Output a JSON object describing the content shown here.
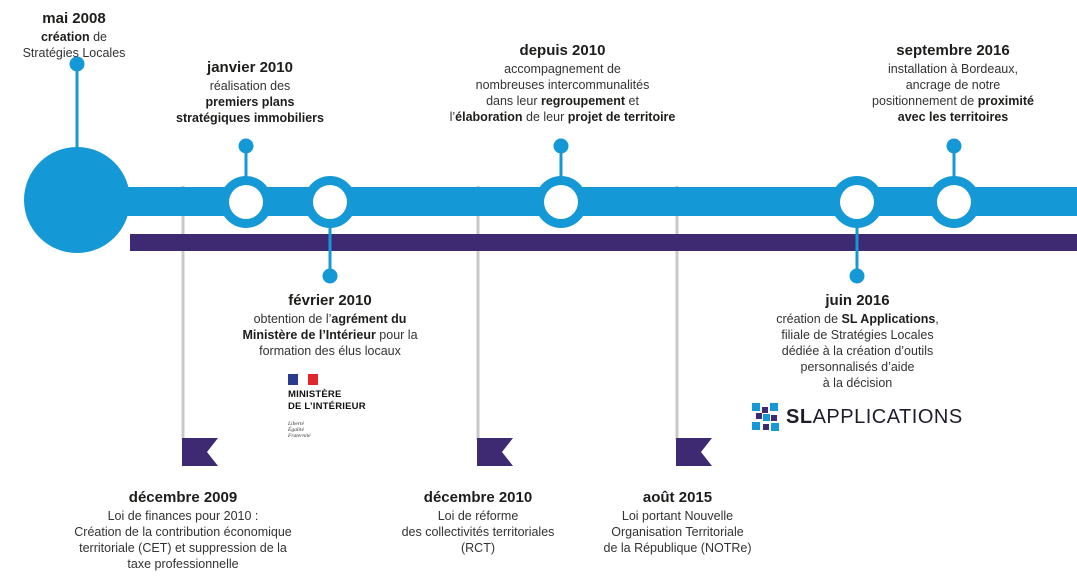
{
  "colors": {
    "blue": "#1499d6",
    "purple": "#3d2a73",
    "grey": "#c8c8c8",
    "text": "#333333",
    "heading": "#1d1d1b"
  },
  "events": [
    {
      "id": "mai-2008",
      "date": "mai 2008",
      "parts": [
        [
          "création",
          true
        ],
        [
          " de",
          false
        ],
        [
          "\n",
          false
        ],
        [
          "Stratégies Locales",
          false
        ]
      ]
    },
    {
      "id": "janvier-2010",
      "date": "janvier 2010",
      "parts": [
        [
          "réalisation des",
          false
        ],
        [
          "\n",
          false
        ],
        [
          "premiers plans",
          true
        ],
        [
          "\n",
          false
        ],
        [
          "stratégiques immobiliers",
          true
        ]
      ]
    },
    {
      "id": "fevrier-2010",
      "date": "février 2010",
      "parts": [
        [
          "obtention de l’",
          false
        ],
        [
          "agrément du",
          true
        ],
        [
          "\n",
          false
        ],
        [
          "Ministère de l’Intérieur",
          true
        ],
        [
          " pour la",
          false
        ],
        [
          "\n",
          false
        ],
        [
          "formation des élus locaux",
          false
        ]
      ]
    },
    {
      "id": "depuis-2010",
      "date": "depuis 2010",
      "parts": [
        [
          "accompagnement de",
          false
        ],
        [
          "\n",
          false
        ],
        [
          "nombreuses intercommunalités",
          false
        ],
        [
          "\n",
          false
        ],
        [
          "dans leur ",
          false
        ],
        [
          "regroupement",
          true
        ],
        [
          " et",
          false
        ],
        [
          "\n",
          false
        ],
        [
          "l’",
          false
        ],
        [
          "élaboration",
          true
        ],
        [
          " de leur ",
          false
        ],
        [
          "projet de territoire",
          true
        ]
      ]
    },
    {
      "id": "septembre-2016",
      "date": "septembre 2016",
      "parts": [
        [
          "installation à Bordeaux,",
          false
        ],
        [
          "\n",
          false
        ],
        [
          "ancrage de notre",
          false
        ],
        [
          "\n",
          false
        ],
        [
          "positionnement de ",
          false
        ],
        [
          "proximité",
          true
        ],
        [
          "\n",
          false
        ],
        [
          "avec les territoires",
          true
        ]
      ]
    },
    {
      "id": "juin-2016",
      "date": "juin 2016",
      "parts": [
        [
          "création de ",
          false
        ],
        [
          "SL Applications",
          true
        ],
        [
          ",",
          false
        ],
        [
          "\n",
          false
        ],
        [
          "filiale de Stratégies Locales",
          false
        ],
        [
          "\n",
          false
        ],
        [
          "dédiée à la création d’outils",
          false
        ],
        [
          "\n",
          false
        ],
        [
          "personnalisés d’aide",
          false
        ],
        [
          "\n",
          false
        ],
        [
          "à la décision",
          false
        ]
      ]
    },
    {
      "id": "decembre-2009",
      "date": "décembre 2009",
      "parts": [
        [
          "Loi de finances pour 2010 :",
          false
        ],
        [
          "\n",
          false
        ],
        [
          "Création de la contribution économique",
          false
        ],
        [
          "\n",
          false
        ],
        [
          "territoriale (CET) et suppression de la",
          false
        ],
        [
          "\n",
          false
        ],
        [
          "taxe professionnelle",
          false
        ]
      ]
    },
    {
      "id": "decembre-2010",
      "date": "décembre 2010",
      "parts": [
        [
          "Loi de réforme",
          false
        ],
        [
          "\n",
          false
        ],
        [
          "des collectivités territoriales",
          false
        ],
        [
          "\n",
          false
        ],
        [
          "(RCT)",
          false
        ]
      ]
    },
    {
      "id": "aout-2015",
      "date": "août 2015",
      "parts": [
        [
          "Loi portant Nouvelle",
          false
        ],
        [
          "\n",
          false
        ],
        [
          "Organisation Territoriale",
          false
        ],
        [
          "\n",
          false
        ],
        [
          "de la République (NOTRe)",
          false
        ]
      ]
    }
  ],
  "logos": {
    "ministere": {
      "line1": "MINISTÈRE",
      "line2": "DE L’INTÉRIEUR",
      "motto": [
        "Liberté",
        "Égalité",
        "Fraternité"
      ]
    },
    "sl_applications": {
      "bold": "SL",
      "rest": "APPLICATIONS"
    }
  }
}
